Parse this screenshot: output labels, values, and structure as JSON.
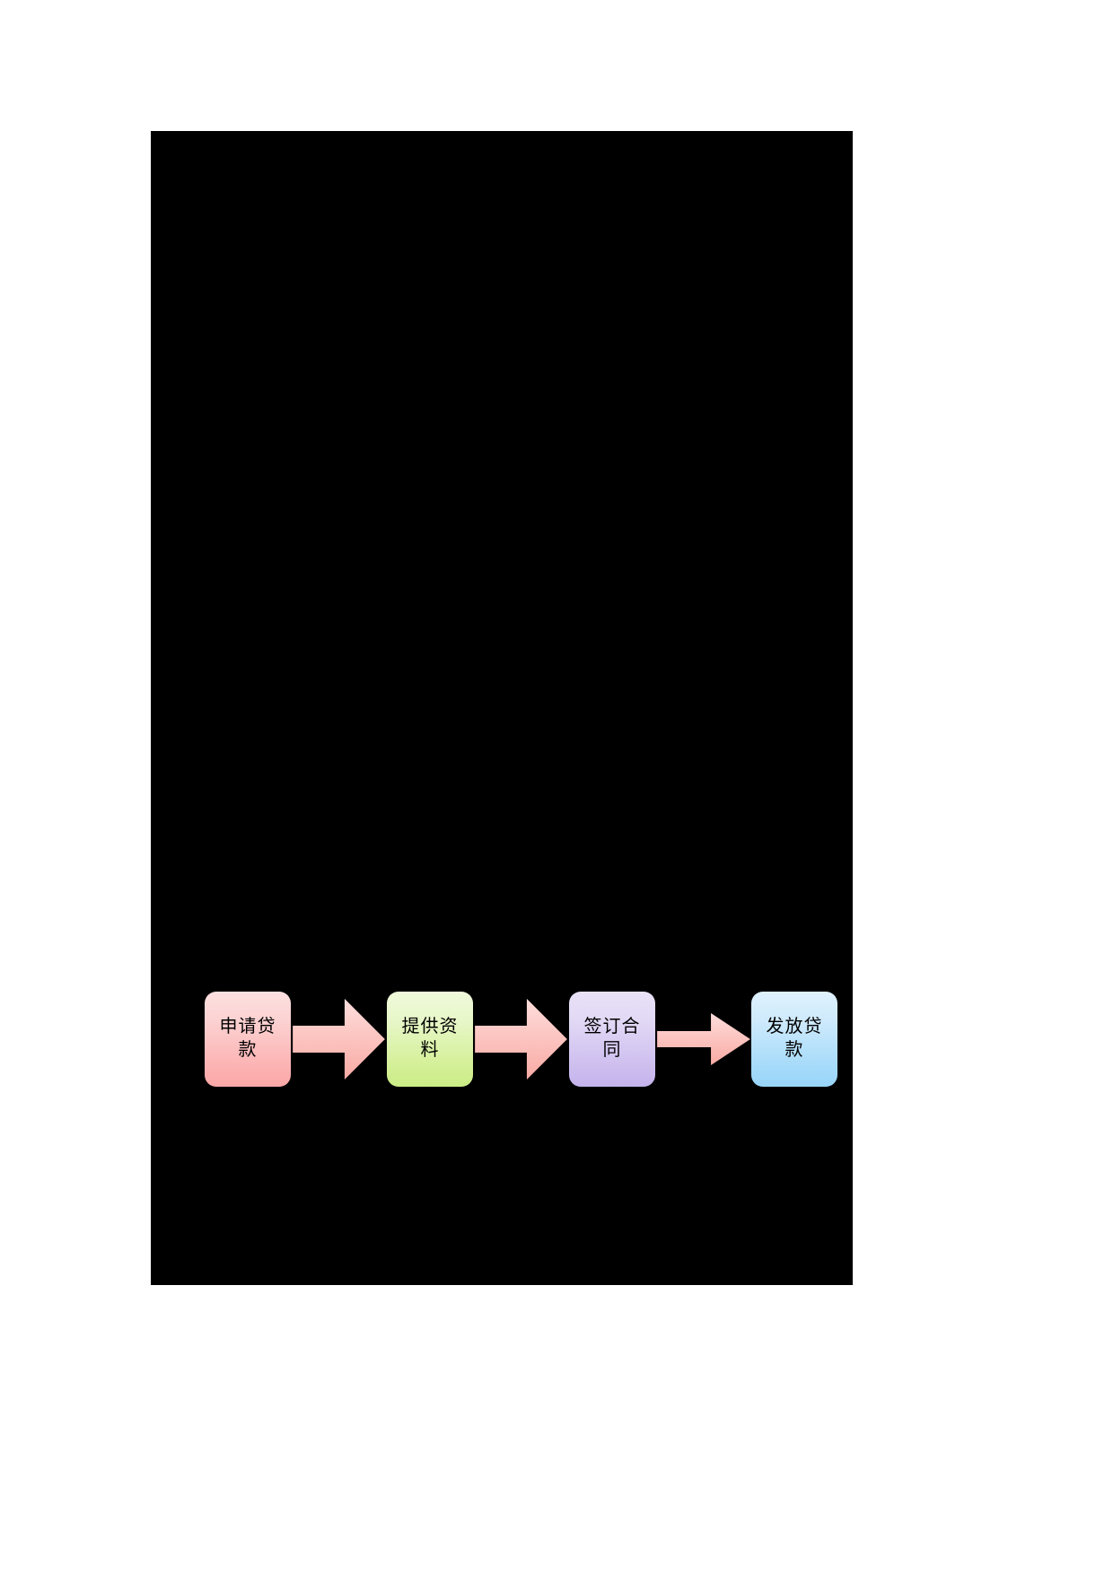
{
  "document": {
    "background_color": "#000000",
    "page_color": "#ffffff"
  },
  "flowchart": {
    "title": "",
    "orientation": "horizontal",
    "arrow_color": "#fbb6b0",
    "nodes": [
      {
        "id": "apply-loan",
        "label": "申请贷款",
        "fill_top": "#fde0e0",
        "fill_bottom": "#fba7a7",
        "color_name": "pink"
      },
      {
        "id": "provide-documents",
        "label": "提供资料",
        "fill_top": "#f0fadc",
        "fill_bottom": "#cbed86",
        "color_name": "green"
      },
      {
        "id": "sign-contract",
        "label": "签订合同",
        "fill_top": "#e9e2f7",
        "fill_bottom": "#c4b3ec",
        "color_name": "purple"
      },
      {
        "id": "disburse-loan",
        "label": "发放贷款",
        "fill_top": "#dff2fd",
        "fill_bottom": "#98d5f9",
        "color_name": "blue"
      }
    ],
    "connectors": [
      {
        "id": "arrow-1",
        "from": "apply-loan",
        "to": "provide-documents",
        "shape": "block-arrow",
        "size": "large"
      },
      {
        "id": "arrow-2",
        "from": "provide-documents",
        "to": "sign-contract",
        "shape": "block-arrow",
        "size": "large"
      },
      {
        "id": "arrow-3",
        "from": "sign-contract",
        "to": "disburse-loan",
        "shape": "block-arrow",
        "size": "small"
      }
    ]
  },
  "chart_data": {
    "type": "diagram",
    "subtype": "process-flow",
    "title": "",
    "steps": [
      "申请贷款",
      "提供资料",
      "签订合同",
      "发放贷款"
    ],
    "step_colors": [
      "#fcb5b5",
      "#d5f09a",
      "#cfc0ef",
      "#a9dcfa"
    ],
    "connector_label": "",
    "direction": "left-to-right"
  }
}
